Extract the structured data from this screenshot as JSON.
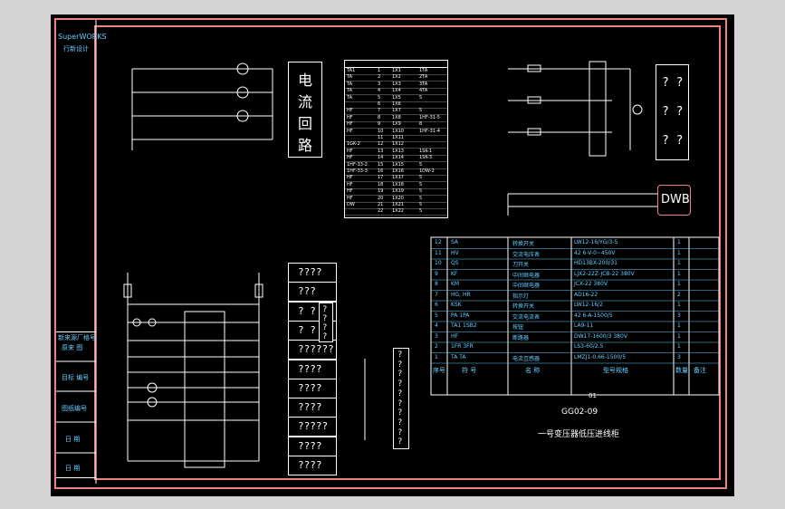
{
  "side_panel": {
    "brand": "SuperWORKS",
    "brand_sub": "行新设计",
    "cells": [
      "新来源厂格号",
      "原来 图",
      "目标 编号",
      "图纸编号",
      "日 期",
      "日 期"
    ]
  },
  "current_loop_title": [
    "电",
    "流",
    "回",
    "路"
  ],
  "terminal_table": {
    "header": [
      "",
      "J",
      "",
      ""
    ],
    "rows": [
      [
        "TA1",
        "1",
        "1X1",
        "1TA"
      ],
      [
        "TA",
        "2",
        "1X2",
        "2TA"
      ],
      [
        "TA",
        "3",
        "1X3",
        "3TA"
      ],
      [
        "TA",
        "4",
        "1X4",
        "4TA"
      ],
      [
        "TA",
        "5",
        "1X5",
        "5"
      ],
      [
        "",
        "6",
        "1X6",
        ""
      ],
      [
        "HF",
        "7",
        "1X7",
        "5"
      ],
      [
        "HF",
        "8",
        "1X8",
        "1HF-31-5"
      ],
      [
        "HF",
        "9",
        "1X9",
        "8"
      ],
      [
        "HF",
        "10",
        "1X10",
        "1HF-31-4"
      ],
      [
        "",
        "11",
        "1X11",
        ""
      ],
      [
        "1GK-2",
        "12",
        "1X12",
        ""
      ],
      [
        "HF",
        "13",
        "1X13",
        "1SK-1"
      ],
      [
        "HF",
        "14",
        "1X14",
        "1SK-3"
      ],
      [
        "1HF-33-2",
        "15",
        "1X15",
        "5"
      ],
      [
        "1HF-33-3",
        "16",
        "1X16",
        "1DW-2"
      ],
      [
        "HF",
        "17",
        "1X17",
        "5"
      ],
      [
        "HF",
        "18",
        "1X18",
        "5"
      ],
      [
        "HF",
        "19",
        "1X19",
        "5"
      ],
      [
        "HF",
        "20",
        "1X20",
        "5"
      ],
      [
        "DW",
        "21",
        "1X21",
        "5"
      ],
      [
        "",
        "22",
        "1X22",
        "5"
      ]
    ]
  },
  "dwb_label": "DWB",
  "question_groups": {
    "right_top": [
      "? ?",
      "? ?",
      "? ?"
    ],
    "mid_stack": [
      "????",
      "???",
      "? ?",
      "? ?",
      "??????",
      "????",
      "????",
      "????",
      "?????",
      "????",
      "????"
    ],
    "mid_narrow": [
      "?",
      "?",
      "?",
      "?"
    ],
    "narrow_col": [
      "?",
      "?",
      "?",
      "?",
      "?",
      "?",
      "?",
      "?",
      "?",
      "?"
    ]
  },
  "parts_list": {
    "rows": [
      [
        "12",
        "SA",
        "转换开关",
        "LW12-16/YG/3-5",
        "1",
        ""
      ],
      [
        "11",
        "HV",
        "交流电压表",
        "42 6-V-0~450V",
        "1",
        ""
      ],
      [
        "10",
        "QS",
        "刀开关",
        "HD13BX-200/31",
        "1",
        ""
      ],
      [
        "9",
        "KF",
        "中间继电器",
        "LJX2-22Z-JCB-22 380V",
        "1",
        ""
      ],
      [
        "8",
        "KM",
        "中间继电器",
        "JCX-22 380V",
        "1",
        ""
      ],
      [
        "7",
        "HG, HR",
        "指示灯",
        "AD16-22",
        "2",
        ""
      ],
      [
        "6",
        "KSK",
        "转换开关",
        "LW12-16/2",
        "1",
        ""
      ],
      [
        "5",
        "PA 1PA",
        "交流电流表",
        "42 6-A-1500/5",
        "3",
        ""
      ],
      [
        "4",
        "TA1 1SB2",
        "按钮",
        "LA9-11",
        "1",
        ""
      ],
      [
        "3",
        "HF",
        "断路器",
        "DW17-1600/3 380V",
        "1",
        ""
      ],
      [
        "2",
        "1FR 3FR",
        "",
        "LS3-60/2.5",
        "1",
        ""
      ],
      [
        "1",
        "TA TA",
        "电流互感器",
        "LMZJ1-0.66-1500/5",
        "3",
        ""
      ]
    ],
    "header": [
      "序号",
      "符 号",
      "名 称",
      "型号规格",
      "数量",
      "备注"
    ]
  },
  "drawing_number": "GG02-09",
  "page_mark": "01",
  "drawing_title": "一号变压器低压进线柜",
  "colors": {
    "line": "#ffffff",
    "accent": "#6ccfff",
    "frame": "#f08080",
    "component": "#ff6666",
    "wire_green": "#7cd67c"
  }
}
